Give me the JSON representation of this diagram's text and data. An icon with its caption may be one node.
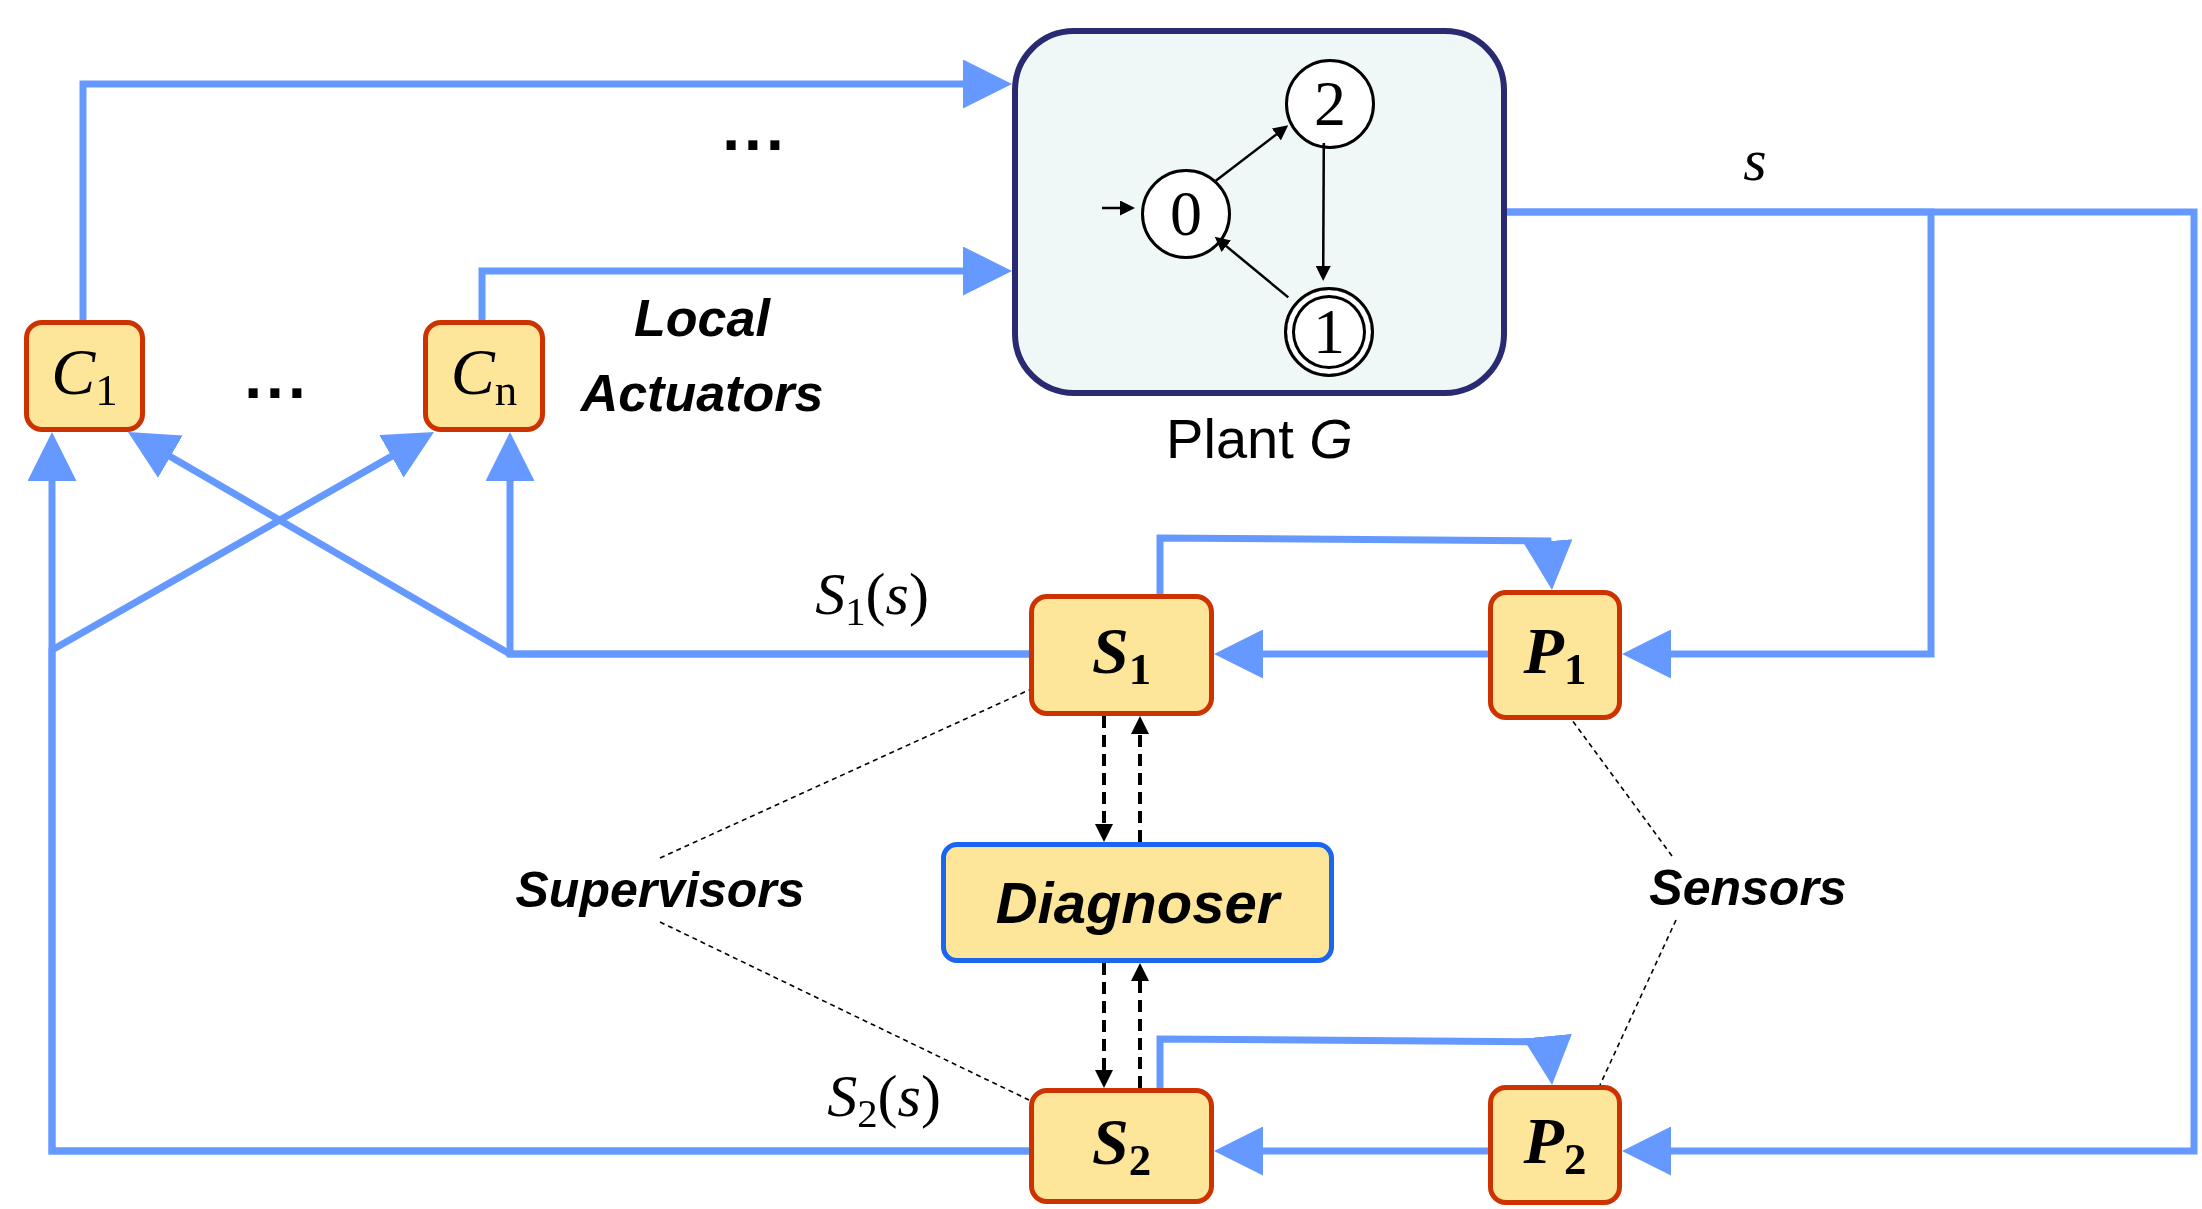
{
  "diagram": {
    "nodes": [
      {
        "text": [
          "Plant *G*"
        ]
      },
      {
        "text": [
          "2"
        ],
        "in": 0
      },
      {
        "text": [
          "0"
        ],
        "in": 0
      },
      {
        "text": [
          "1"
        ],
        "in": 0
      },
      {
        "text": [
          "*C*$_{1}$"
        ]
      },
      {
        "text": [
          "*C*$_{n}$"
        ]
      },
      {
        "text": [
          "*S*$_{1}$"
        ]
      },
      {
        "text": [
          "*P*$_{1}$"
        ]
      },
      {
        "text": [
          "Supervisors"
        ]
      },
      {
        "text": [
          "Diagnoser"
        ]
      },
      {
        "text": [
          "Sensors"
        ]
      },
      {
        "text": [
          "*S*$_{2}$"
        ]
      },
      {
        "text": [
          "*P*$_{2}$"
        ]
      }
    ],
    "edges": [
      {
        "from": 4,
        "to": 0,
        "arrow": "to"
      },
      {
        "from": 5,
        "to": 0,
        "arrow": "to"
      },
      {
        "from": null,
        "to": 2,
        "arrow": "to",
        "color": "#000000"
      },
      {
        "from": 2,
        "to": 1,
        "arrow": "to",
        "color": "#000000"
      },
      {
        "from": 1,
        "to": 3,
        "arrow": "to",
        "color": "#000000"
      },
      {
        "from": 3,
        "to": 2,
        "arrow": "to",
        "color": "#000000"
      },
      {
        "from": 0,
        "to": 7,
        "arrow": "to",
        "label": "s"
      },
      {
        "from": 0,
        "to": 12,
        "arrow": "to"
      },
      {
        "from": 7,
        "to": 6,
        "arrow": "to"
      },
      {
        "from": 6,
        "to": 7,
        "arrow": "to"
      },
      {
        "from": 6,
        "to": 5,
        "arrow": "to",
        "label": "*S*$_{1}$(*s*)"
      },
      {
        "from": 6,
        "to": 4,
        "arrow": "to"
      },
      {
        "from": 6,
        "to": 9,
        "arrow": "to",
        "style": "dashed",
        "color": "#000000"
      },
      {
        "from": 9,
        "to": 6,
        "arrow": "to",
        "style": "dashed",
        "color": "#000000"
      },
      {
        "from": 8,
        "to": 6,
        "arrow": "none",
        "style": "dashed",
        "color": "#000000"
      },
      {
        "from": 8,
        "to": 11,
        "arrow": "none",
        "style": "dashed",
        "color": "#000000"
      },
      {
        "from": 10,
        "to": 7,
        "arrow": "none",
        "style": "dashed",
        "color": "#000000"
      },
      {
        "from": 10,
        "to": 12,
        "arrow": "none",
        "style": "dashed",
        "color": "#000000"
      },
      {
        "from": 9,
        "to": 11,
        "arrow": "to",
        "style": "dashed",
        "color": "#000000"
      },
      {
        "from": 11,
        "to": 9,
        "arrow": "to",
        "style": "dashed",
        "color": "#000000"
      },
      {
        "from": 12,
        "to": 11,
        "arrow": "to"
      },
      {
        "from": 11,
        "to": 12,
        "arrow": "to"
      },
      {
        "from": 11,
        "to": 4,
        "arrow": "to",
        "label": "*S*$_{2}$(*s*)"
      },
      {
        "from": 11,
        "to": 5,
        "arrow": "to"
      }
    ],
    "labels": [
      "...",
      "Local Actuators",
      "..."
    ]
  }
}
